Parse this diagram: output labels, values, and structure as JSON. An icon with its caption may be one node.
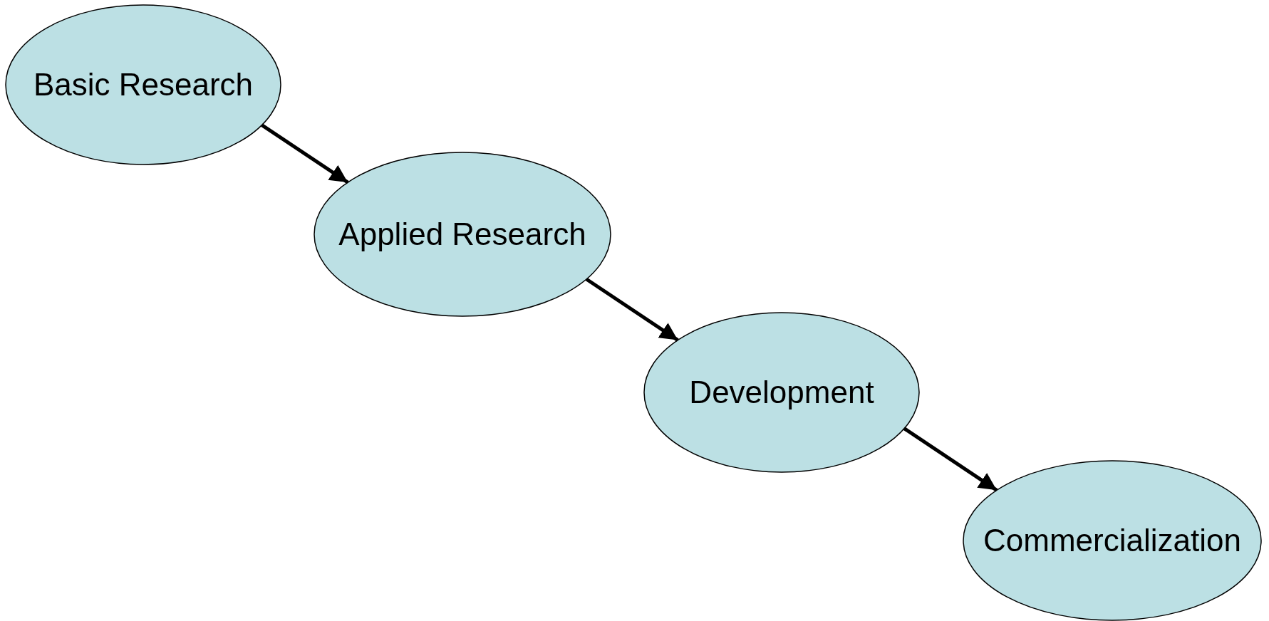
{
  "diagram": {
    "nodes": [
      {
        "text": [
          "Basic Research"
        ]
      },
      {
        "text": [
          "Applied Research"
        ]
      },
      {
        "text": [
          "Development"
        ]
      },
      {
        "text": [
          "Commercialization"
        ]
      }
    ],
    "edges": [
      {
        "from": 0,
        "to": 1,
        "arrow": "to"
      },
      {
        "from": 1,
        "to": 2,
        "arrow": "to"
      },
      {
        "from": 2,
        "to": 3,
        "arrow": "to"
      }
    ]
  }
}
